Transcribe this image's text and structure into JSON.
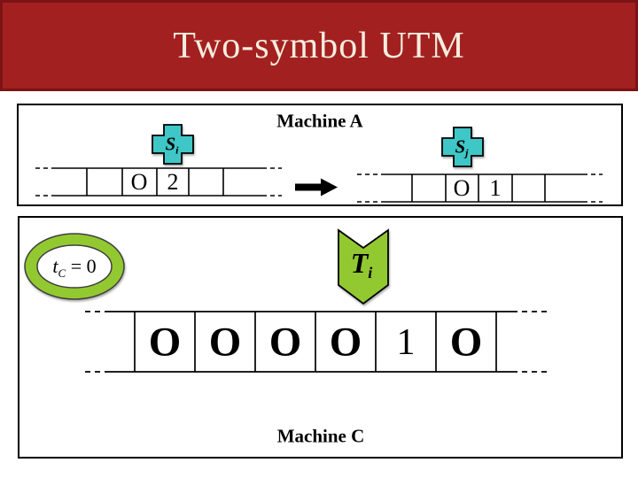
{
  "slide": {
    "title": "Two-symbol UTM"
  },
  "colors": {
    "band_fill": "#A32020",
    "band_border": "#7B1315",
    "title_text": "#F4EDDE",
    "state_teal": "#3FC7C7",
    "green": "#93C930",
    "line_black": "#000000"
  },
  "icons": {
    "state_marker": "cross-badge",
    "step_arrow": "right-arrow",
    "head_pointer": "down-chevron",
    "time_counter": "ellipse-ring"
  },
  "machine_a": {
    "label": "Machine A",
    "state_before": {
      "base": "S",
      "sub": "i"
    },
    "state_after": {
      "base": "S",
      "sub": "j"
    },
    "tape_before": {
      "cells": [
        "",
        "O",
        "2",
        ""
      ]
    },
    "tape_after": {
      "cells": [
        "",
        "O",
        "1",
        ""
      ]
    }
  },
  "machine_c": {
    "label": "Machine C",
    "time_counter": {
      "base": "t",
      "sub": "C",
      "rest": " = 0"
    },
    "transition": {
      "base": "T",
      "sub": "i"
    },
    "tape": {
      "cells": [
        "O",
        "O",
        "O",
        "O",
        "1",
        "O"
      ]
    }
  }
}
